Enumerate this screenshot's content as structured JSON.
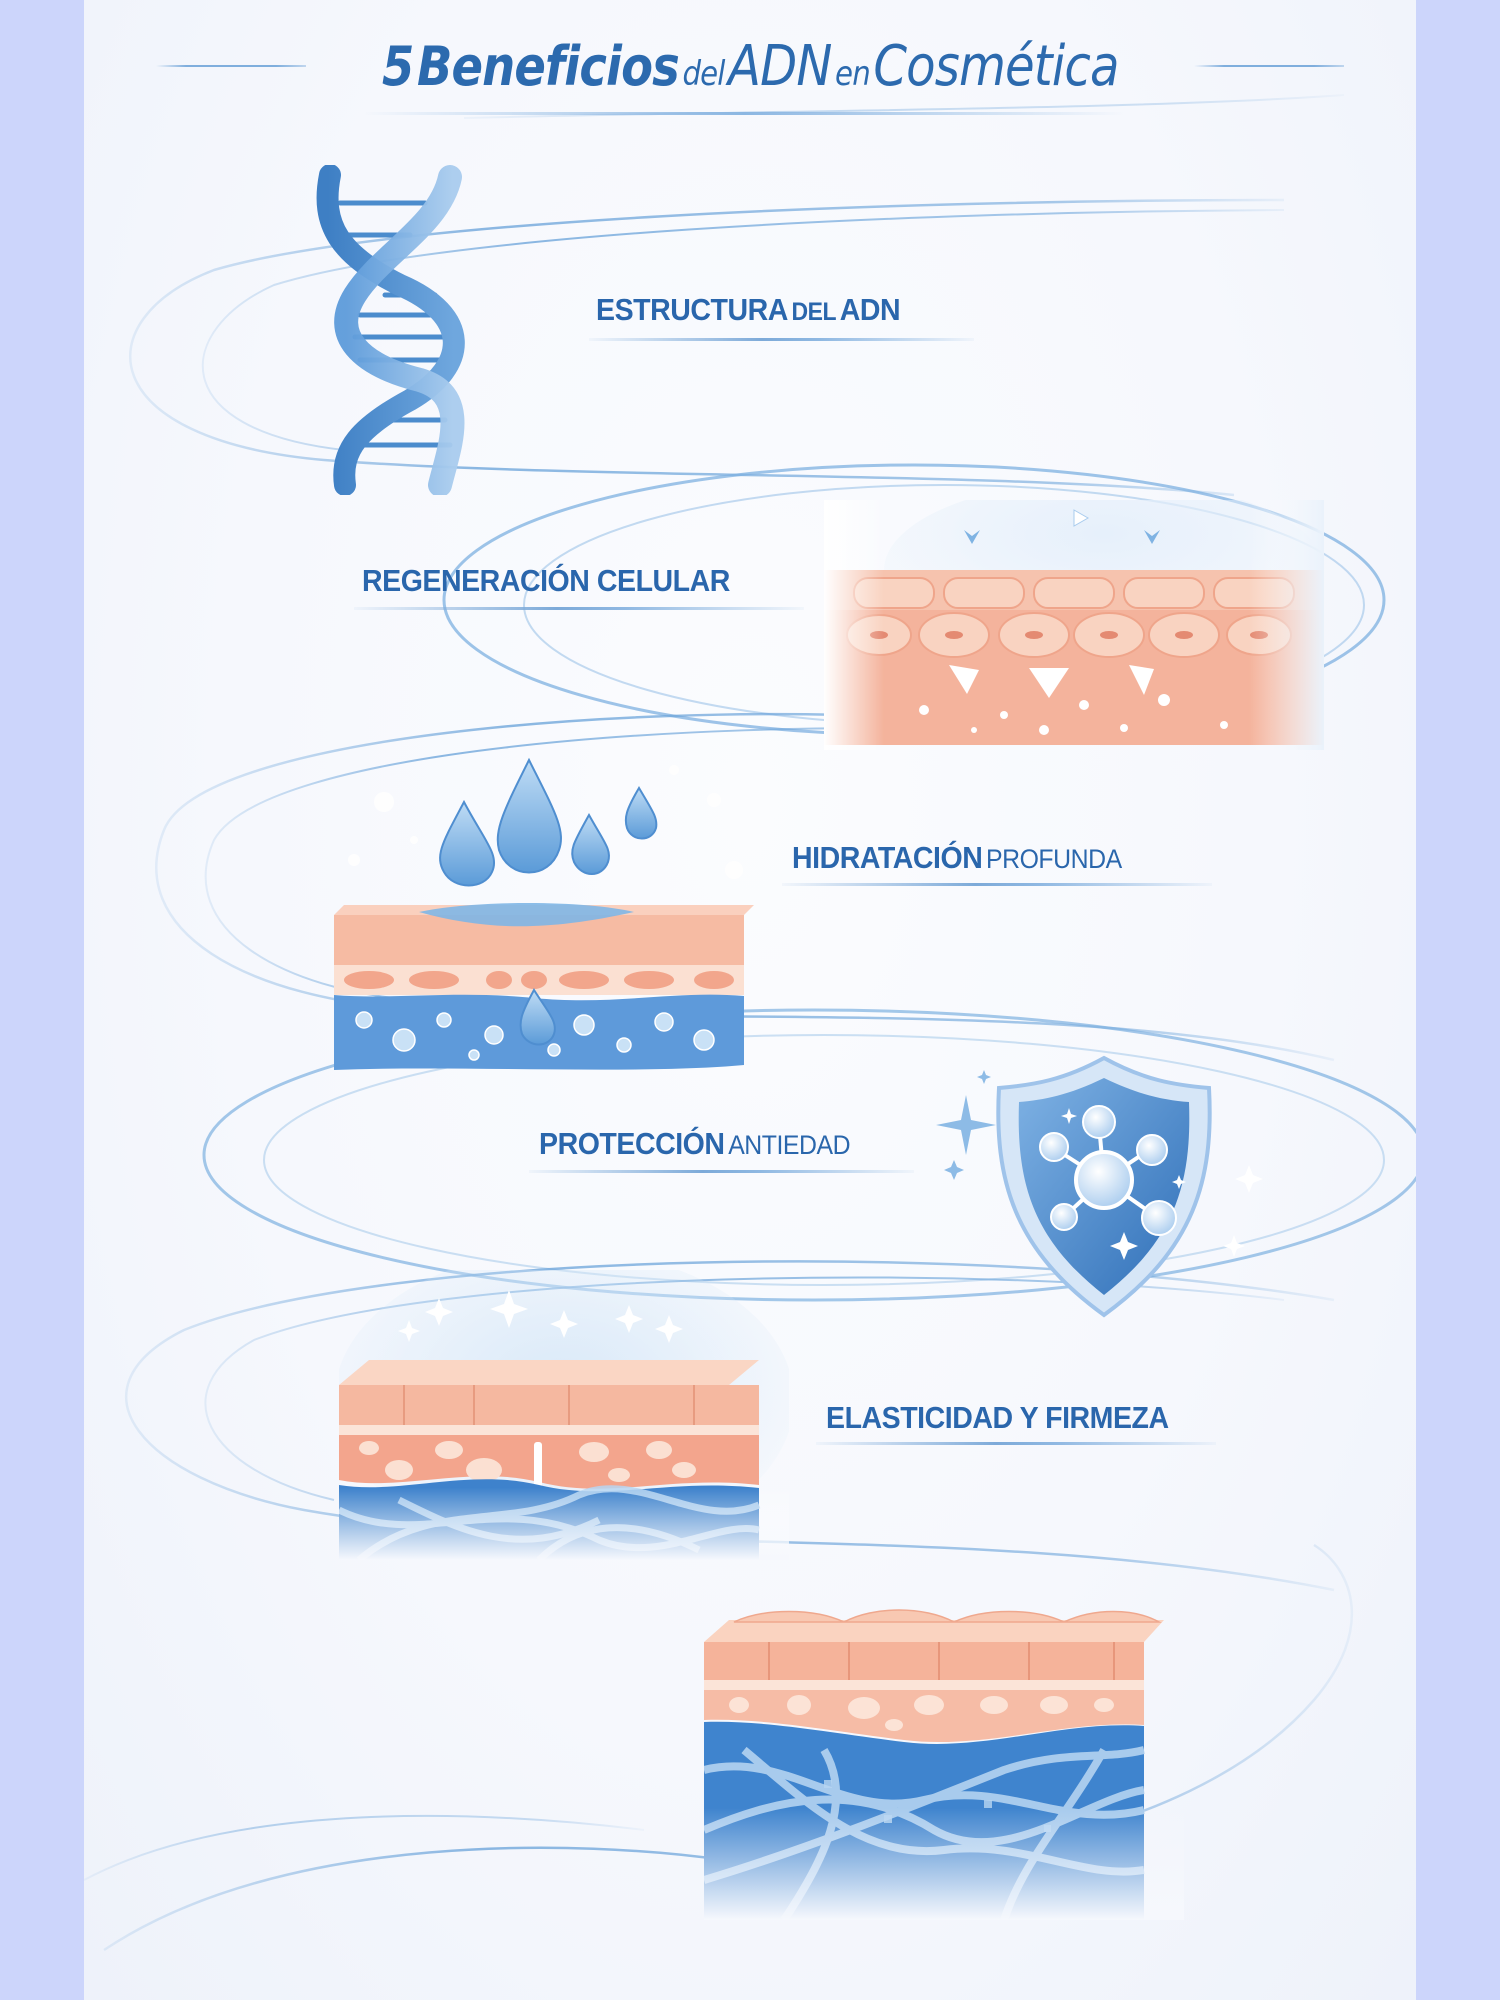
{
  "poster": {
    "title": {
      "number": "5",
      "word1": "Beneficios",
      "word2": "del",
      "word3": "ADN",
      "word4": "en",
      "word5": "Cosmética",
      "full": "5 Beneficios del ADN en Cosmética"
    },
    "colors": {
      "side_bars": "#CCD5FB",
      "background": "#F6F8FD",
      "text_blue": "#2A66AC",
      "accent_blue": "#5A9AD8",
      "skin_peach": "#F3AE96",
      "skin_light": "#FAD6C4",
      "dermis_blue": "#4A8BD0"
    },
    "benefits": [
      {
        "index": 1,
        "label_main": "ESTRUCTURA",
        "label_secondary": "DEL",
        "label_tail": "ADN",
        "full": "ESTRUCTURA DEL ADN",
        "icon": "dna-helix-icon"
      },
      {
        "index": 2,
        "label_main": "REGENERACIÓN CELULAR",
        "full": "REGENERACIÓN CELULAR",
        "icon": "cell-regeneration-skin-icon"
      },
      {
        "index": 3,
        "label_main": "HIDRATACIÓN",
        "label_secondary": "PROFUNDA",
        "full": "HIDRATACIÓN PROFUNDA",
        "icon": "water-drops-skin-icon"
      },
      {
        "index": 4,
        "label_main": "PROTECCIÓN",
        "label_secondary": "ANTIEDAD",
        "full": "PROTECCIÓN ANTIEDAD",
        "icon": "shield-molecule-icon"
      },
      {
        "index": 5,
        "label_main": "ELASTICIDAD Y FIRMEZA",
        "full": "ELASTICIDAD Y FIRMEZA",
        "icon": "collagen-skin-layers-icon"
      }
    ],
    "extra_illustration": "firm-skin-collagen-icon"
  }
}
